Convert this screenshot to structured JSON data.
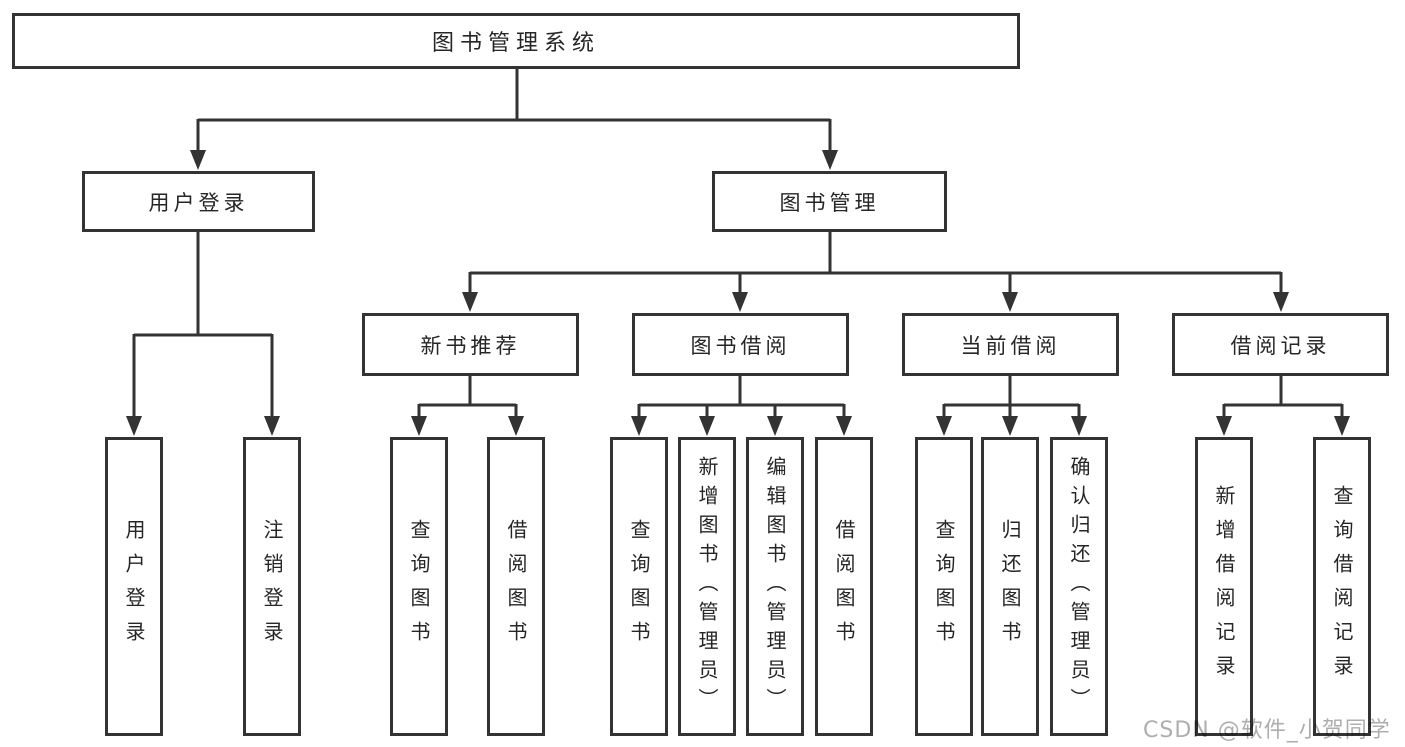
{
  "diagram": {
    "root": {
      "label": "图书管理系统"
    },
    "level2": [
      {
        "label": "用户登录",
        "children": [
          {
            "label": "用户登录"
          },
          {
            "label": "注销登录"
          }
        ]
      },
      {
        "label": "图书管理",
        "children": [
          {
            "label": "新书推荐",
            "children": [
              {
                "label": "查询图书"
              },
              {
                "label": "借阅图书"
              }
            ]
          },
          {
            "label": "图书借阅",
            "children": [
              {
                "label": "查询图书"
              },
              {
                "label": "新增图书（管理员）"
              },
              {
                "label": "编辑图书（管理员）"
              },
              {
                "label": "借阅图书"
              }
            ]
          },
          {
            "label": "当前借阅",
            "children": [
              {
                "label": "查询图书"
              },
              {
                "label": "归还图书"
              },
              {
                "label": "确认归还（管理员）"
              }
            ]
          },
          {
            "label": "借阅记录",
            "children": [
              {
                "label": "新增借阅记录"
              },
              {
                "label": "查询借阅记录"
              }
            ]
          }
        ]
      }
    ],
    "colors": {
      "line": "#333333",
      "text": "#262626",
      "box_background": "#ffffff",
      "watermark": "#a0a0a0"
    }
  },
  "watermark": {
    "text": "CSDN @软件_小贺同学"
  }
}
